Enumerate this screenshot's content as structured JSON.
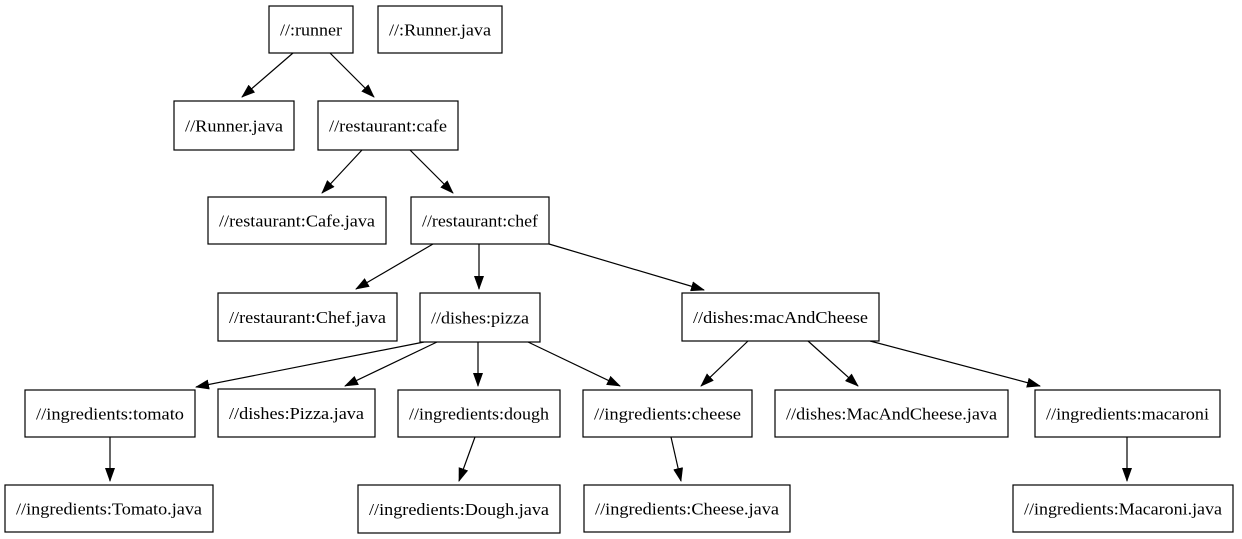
{
  "diagram": {
    "title": "build-dependency-graph",
    "type": "directed-graph",
    "background_color": "#ffffff",
    "node_border_color": "#000000",
    "node_fill_color": "#ffffff",
    "text_color": "#000000",
    "edge_color": "#000000",
    "nodes": [
      {
        "id": "runner",
        "label": "//:runner"
      },
      {
        "id": "runner-java-top",
        "label": "//:Runner.java"
      },
      {
        "id": "runner-java",
        "label": "//Runner.java"
      },
      {
        "id": "cafe",
        "label": "//restaurant:cafe"
      },
      {
        "id": "cafe-java",
        "label": "//restaurant:Cafe.java"
      },
      {
        "id": "chef",
        "label": "//restaurant:chef"
      },
      {
        "id": "chef-java",
        "label": "//restaurant:Chef.java"
      },
      {
        "id": "pizza",
        "label": "//dishes:pizza"
      },
      {
        "id": "mac-and-cheese",
        "label": "//dishes:macAndCheese"
      },
      {
        "id": "tomato",
        "label": "//ingredients:tomato"
      },
      {
        "id": "pizza-java",
        "label": "//dishes:Pizza.java"
      },
      {
        "id": "dough",
        "label": "//ingredients:dough"
      },
      {
        "id": "cheese",
        "label": "//ingredients:cheese"
      },
      {
        "id": "mac-and-cheese-java",
        "label": "//dishes:MacAndCheese.java"
      },
      {
        "id": "macaroni",
        "label": "//ingredients:macaroni"
      },
      {
        "id": "tomato-java",
        "label": "//ingredients:Tomato.java"
      },
      {
        "id": "dough-java",
        "label": "//ingredients:Dough.java"
      },
      {
        "id": "cheese-java",
        "label": "//ingredients:Cheese.java"
      },
      {
        "id": "macaroni-java",
        "label": "//ingredients:Macaroni.java"
      }
    ],
    "edges": [
      {
        "from": "runner",
        "to": "runner-java"
      },
      {
        "from": "runner",
        "to": "cafe"
      },
      {
        "from": "cafe",
        "to": "cafe-java"
      },
      {
        "from": "cafe",
        "to": "chef"
      },
      {
        "from": "chef",
        "to": "chef-java"
      },
      {
        "from": "chef",
        "to": "pizza"
      },
      {
        "from": "chef",
        "to": "mac-and-cheese"
      },
      {
        "from": "pizza",
        "to": "tomato"
      },
      {
        "from": "pizza",
        "to": "pizza-java"
      },
      {
        "from": "pizza",
        "to": "dough"
      },
      {
        "from": "pizza",
        "to": "cheese"
      },
      {
        "from": "mac-and-cheese",
        "to": "cheese"
      },
      {
        "from": "mac-and-cheese",
        "to": "mac-and-cheese-java"
      },
      {
        "from": "mac-and-cheese",
        "to": "macaroni"
      },
      {
        "from": "tomato",
        "to": "tomato-java"
      },
      {
        "from": "dough",
        "to": "dough-java"
      },
      {
        "from": "cheese",
        "to": "cheese-java"
      },
      {
        "from": "macaroni",
        "to": "macaroni-java"
      }
    ]
  }
}
